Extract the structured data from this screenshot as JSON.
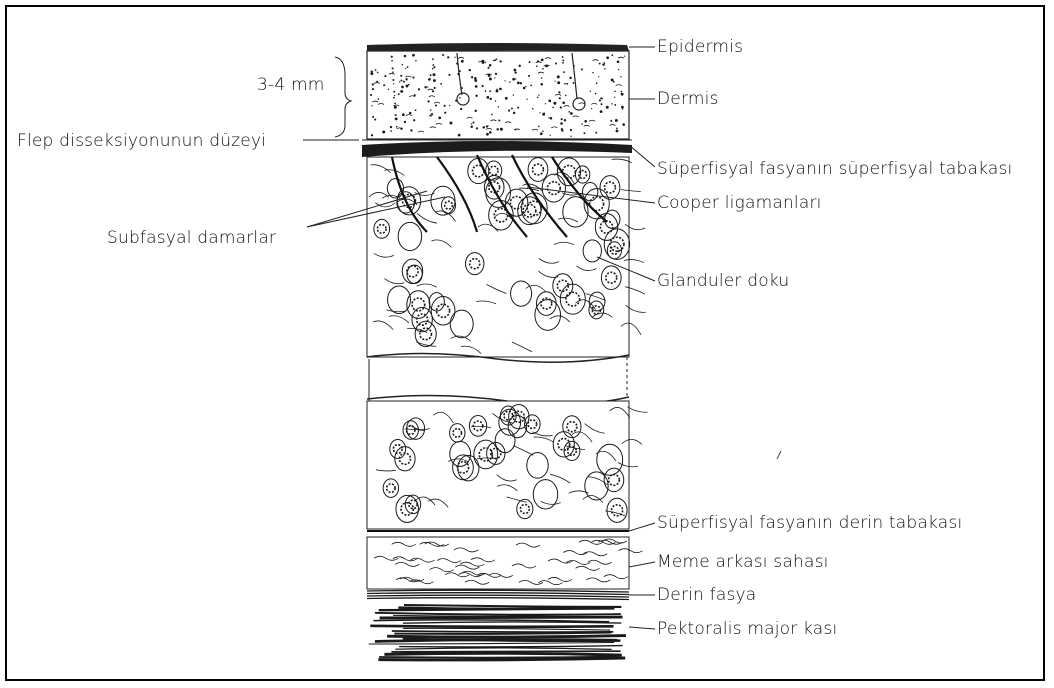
{
  "labels": {
    "thickness": "3-4 mm",
    "flap_level": "Flep disseksiyonunun düzeyi",
    "subfascial_vessels": "Subfasyal damarlar",
    "epidermis": "Epidermis",
    "dermis": "Dermis",
    "superficial_layer": "Süperfisyal fasyanın süperfisyal tabakası",
    "cooper": "Cooper ligamanları",
    "glandular": "Glanduler doku",
    "deep_layer": "Süperfisyal fasyanın derin tabakası",
    "retromammary": "Meme arkası sahası",
    "deep_fascia": "Derin fasya",
    "pectoralis": "Pektoralis major kası"
  },
  "colors": {
    "ink": "#1a1a1a",
    "paper": "#ffffff"
  }
}
